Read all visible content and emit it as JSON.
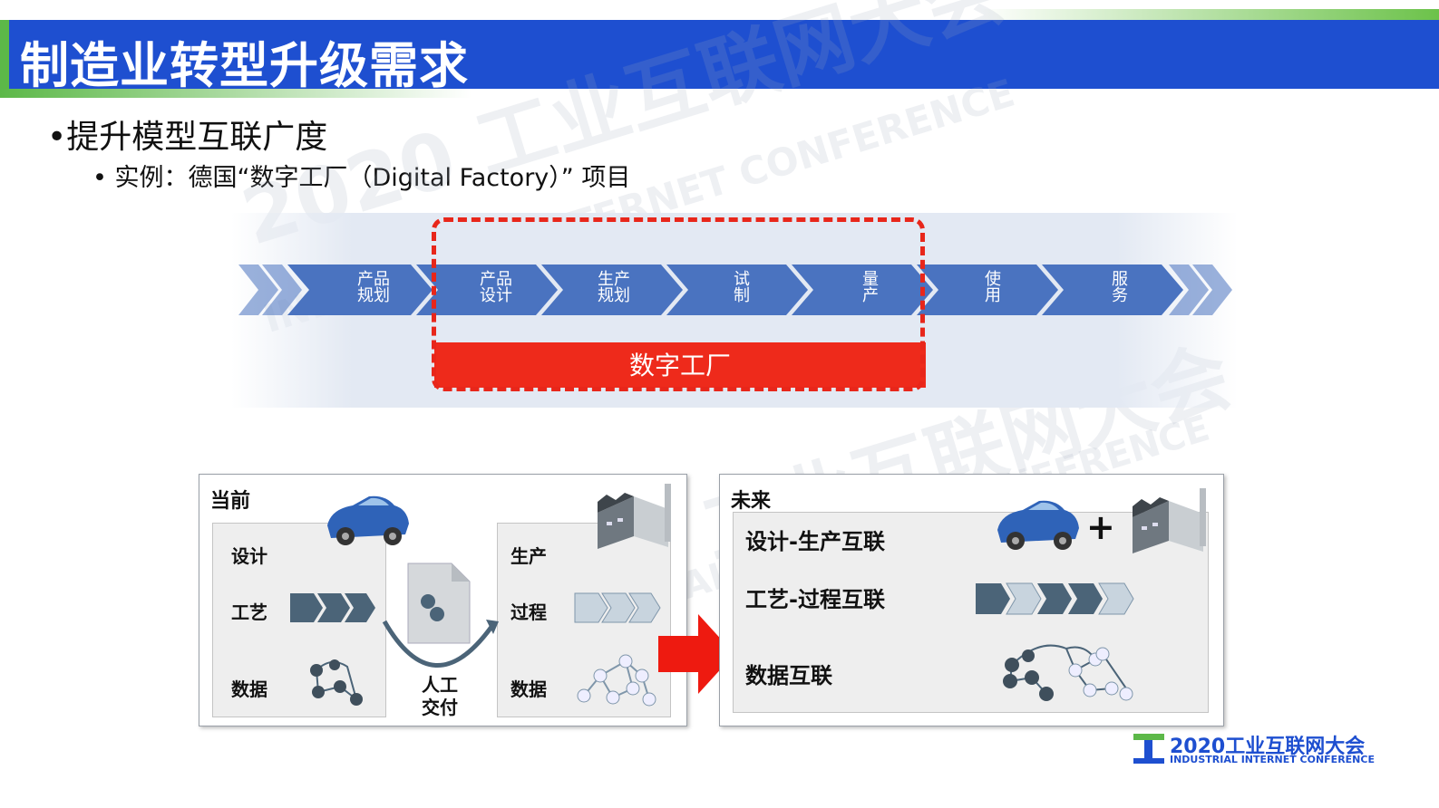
{
  "header": {
    "title": "制造业转型升级需求"
  },
  "bullets": {
    "level1": "•提升模型互联广度",
    "level2": "• 实例：德国“数字工厂（Digital Factory）” 项目"
  },
  "process": {
    "stages": [
      {
        "line1": "产品",
        "line2": "规划"
      },
      {
        "line1": "产品",
        "line2": "设计"
      },
      {
        "line1": "生产",
        "line2": "规划"
      },
      {
        "line1": "试",
        "line2": "制"
      },
      {
        "line1": "量",
        "line2": "产"
      },
      {
        "line1": "使",
        "line2": "用"
      },
      {
        "line1": "服",
        "line2": "务"
      }
    ],
    "digital_factory_label": "数字工厂"
  },
  "current": {
    "title": "当前",
    "left_rows": [
      "设计",
      "工艺",
      "数据"
    ],
    "middle_label_1": "人工",
    "middle_label_2": "交付",
    "right_rows": [
      "生产",
      "过程",
      "数据"
    ]
  },
  "future": {
    "title": "未来",
    "rows": [
      "设计-生产互联",
      "工艺-过程互联",
      "数据互联"
    ],
    "plus": "+"
  },
  "watermark": {
    "text_cn": "2020 工业互联网大会",
    "text_en": "INDUSTRIAL INTERNET CONFERENCE"
  },
  "footer_logo": {
    "text": "2020工业互联网大会",
    "sub": "INDUSTRIAL INTERNET CONFERENCE"
  },
  "colors": {
    "header_blue": "#1e4fd0",
    "accent_green": "#5cb848",
    "process_blue": "#4a73c0",
    "digital_red": "#ee2a1b",
    "slate": "#4b6478"
  }
}
